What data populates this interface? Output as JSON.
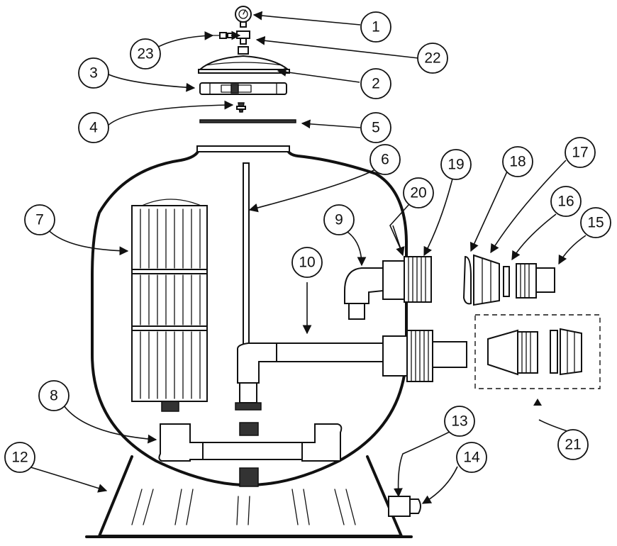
{
  "callouts": [
    {
      "id": "c1",
      "label": "1"
    },
    {
      "id": "c2",
      "label": "2"
    },
    {
      "id": "c3",
      "label": "3"
    },
    {
      "id": "c4",
      "label": "4"
    },
    {
      "id": "c5",
      "label": "5"
    },
    {
      "id": "c6",
      "label": "6"
    },
    {
      "id": "c7",
      "label": "7"
    },
    {
      "id": "c8",
      "label": "8"
    },
    {
      "id": "c9",
      "label": "9"
    },
    {
      "id": "c10",
      "label": "10"
    },
    {
      "id": "c12",
      "label": "12"
    },
    {
      "id": "c13",
      "label": "13"
    },
    {
      "id": "c14",
      "label": "14"
    },
    {
      "id": "c15",
      "label": "15"
    },
    {
      "id": "c16",
      "label": "16"
    },
    {
      "id": "c17",
      "label": "17"
    },
    {
      "id": "c18",
      "label": "18"
    },
    {
      "id": "c19",
      "label": "19"
    },
    {
      "id": "c20",
      "label": "20"
    },
    {
      "id": "c21",
      "label": "21"
    },
    {
      "id": "c22",
      "label": "22"
    },
    {
      "id": "c23",
      "label": "23"
    }
  ]
}
